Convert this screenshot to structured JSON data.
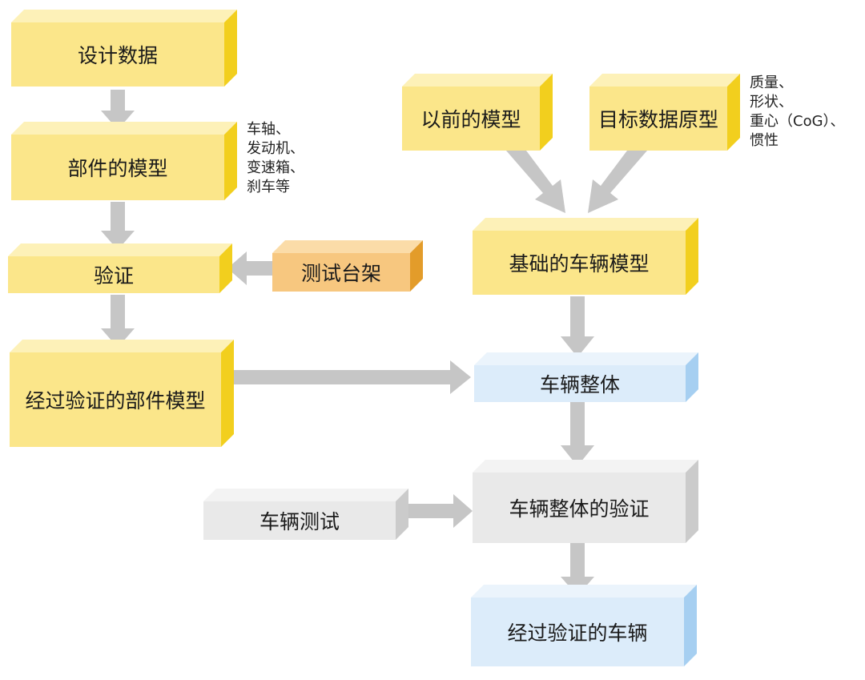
{
  "nodes": {
    "design_data": "设计数据",
    "component_model": "部件的模型",
    "verification": "验证",
    "test_rig": "测试台架",
    "verified_component_model": "经过验证的部件模型",
    "previous_model": "以前的模型",
    "target_data_prototype": "目标数据原型",
    "base_vehicle_model": "基础的车辆模型",
    "vehicle_whole": "车辆整体",
    "vehicle_whole_verification": "车辆整体的验证",
    "vehicle_test": "车辆测试",
    "verified_vehicle": "经过验证的车辆"
  },
  "notes": {
    "component_examples": [
      "车轴、",
      "发动机、",
      "变速箱、",
      "刹车等"
    ],
    "target_attributes": [
      "质量、",
      "形状、",
      "重心（CoG）、",
      "惯性"
    ]
  },
  "colors": {
    "yellow_face": "#fbe68a",
    "orange_face": "#f7c77f",
    "blue_face": "#dcecfa",
    "gray_face": "#e9e9e9",
    "arrow": "#c6c6c6"
  }
}
